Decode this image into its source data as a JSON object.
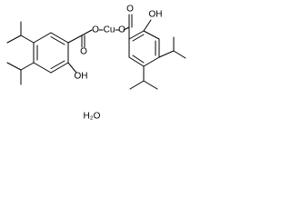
{
  "labels": {
    "o_ester_left": "O",
    "cu": "Cu",
    "o_ester_right": "O",
    "o_carbonyl_left": "O",
    "o_carbonyl_right": "O",
    "oh_left": "OH",
    "oh_right": "OH",
    "water": "H₂O"
  },
  "colors": {
    "ink": "#000000",
    "background": "#ffffff"
  }
}
